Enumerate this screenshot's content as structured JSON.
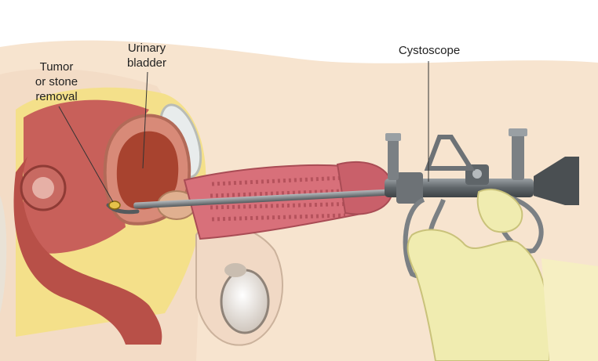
{
  "labels": {
    "tumor": "Tumor\nor stone\nremoval",
    "bladder": "Urinary\nbladder",
    "cystoscope": "Cystoscope"
  },
  "colors": {
    "skin": "#f7e4cf",
    "fat": "#f4e08a",
    "muscle": "#c8605a",
    "bladder_wall": "#d88a78",
    "bladder_inner": "#a8432f",
    "urethra": "#d8707a",
    "instrument": "#6d7276",
    "glove": "#f0ecb0",
    "leader": "#333333"
  }
}
